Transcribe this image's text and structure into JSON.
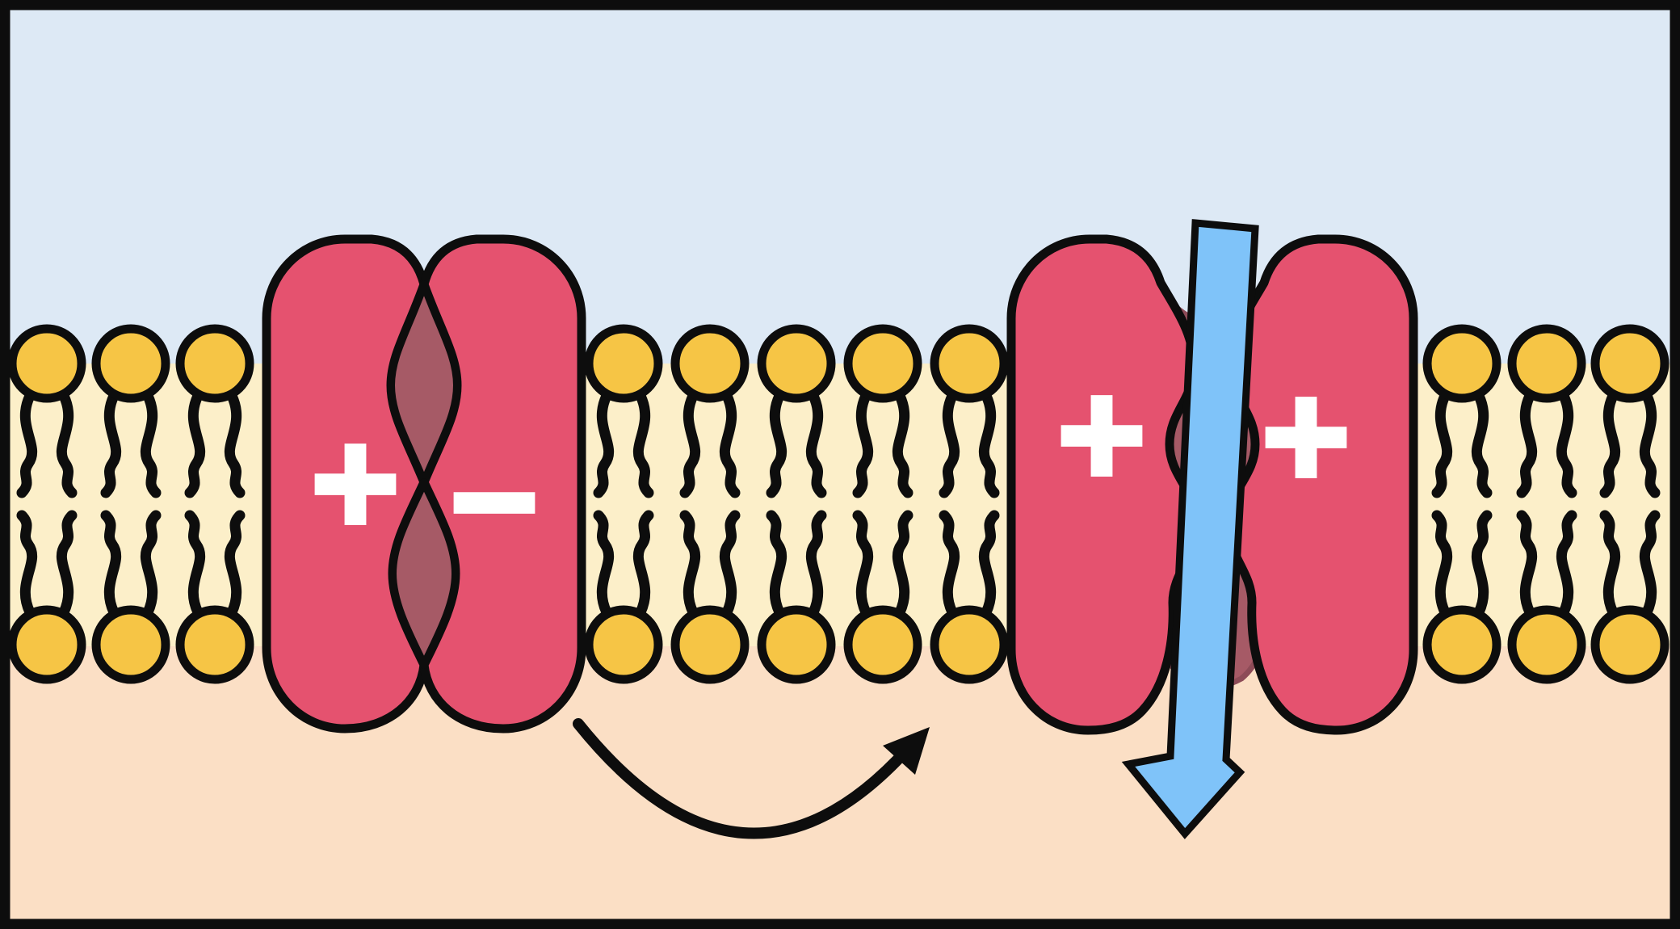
{
  "channels": {
    "closed": {
      "left_symbol": "+",
      "right_symbol": "−"
    },
    "open": {
      "left_symbol": "+",
      "right_symbol": "+"
    }
  },
  "icons": {
    "flow_arrow": "down-arrow-icon",
    "transition_arrow": "curved-right-arrow-icon"
  },
  "structure": {
    "lipid_rows": 2,
    "lipid_heads_per_row": {
      "left_section": 3,
      "middle_section": 5,
      "right_section": 3
    },
    "channel_count": 2
  },
  "colors": {
    "extracellular": "#dde9f5",
    "membrane_core": "#fcefc9",
    "intracellular": "#fbdfc5",
    "lipid_head": "#f6c545",
    "outline": "#0d0d0d",
    "channel": "#e5526f",
    "pore": "#a65a66",
    "pore_rim": "#8d4b57",
    "flow_arrow": "#7fc3f9",
    "symbol": "#ffffff"
  }
}
